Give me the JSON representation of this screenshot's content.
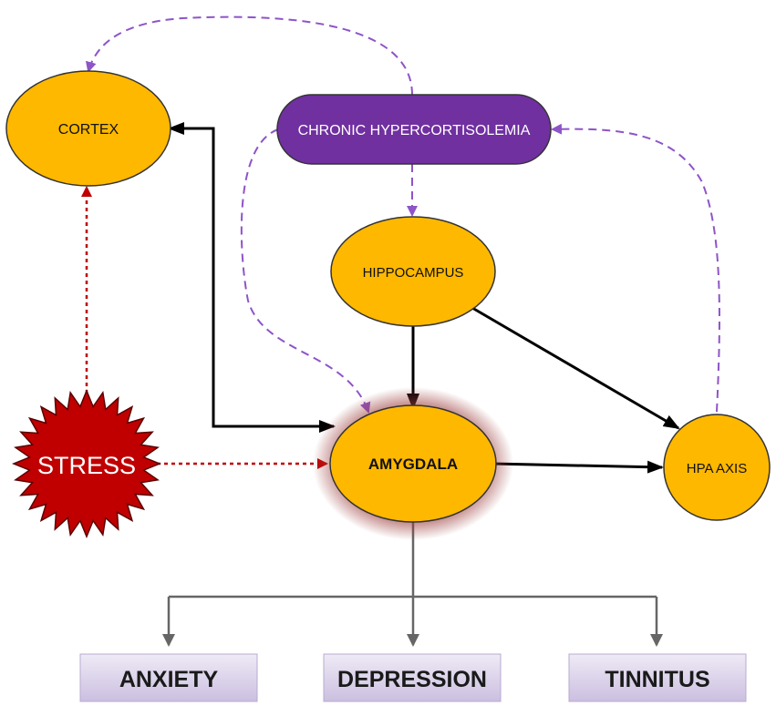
{
  "nodes": {
    "cortex": "CORTEX",
    "chronic": "CHRONIC HYPERCORTISOLEMIA",
    "hippocampus": "HIPPOCAMPUS",
    "amygdala": "AMYGDALA",
    "stress": "STRESS",
    "hpa": "HPA AXIS"
  },
  "outcomes": {
    "anxiety": "ANXIETY",
    "depression": "DEPRESSION",
    "tinnitus": "TINNITUS"
  },
  "colors": {
    "node_fill": "#FFB800",
    "chronic_fill": "#7030A0",
    "stress_fill": "#C00000",
    "dashed_purple": "#8E54C8",
    "dotted_red": "#C00000",
    "solid_black": "#000000",
    "gray_arrow": "#666666",
    "outcome_fill": "#DCD3EA",
    "amygdala_glow": "#9B3A3A"
  }
}
